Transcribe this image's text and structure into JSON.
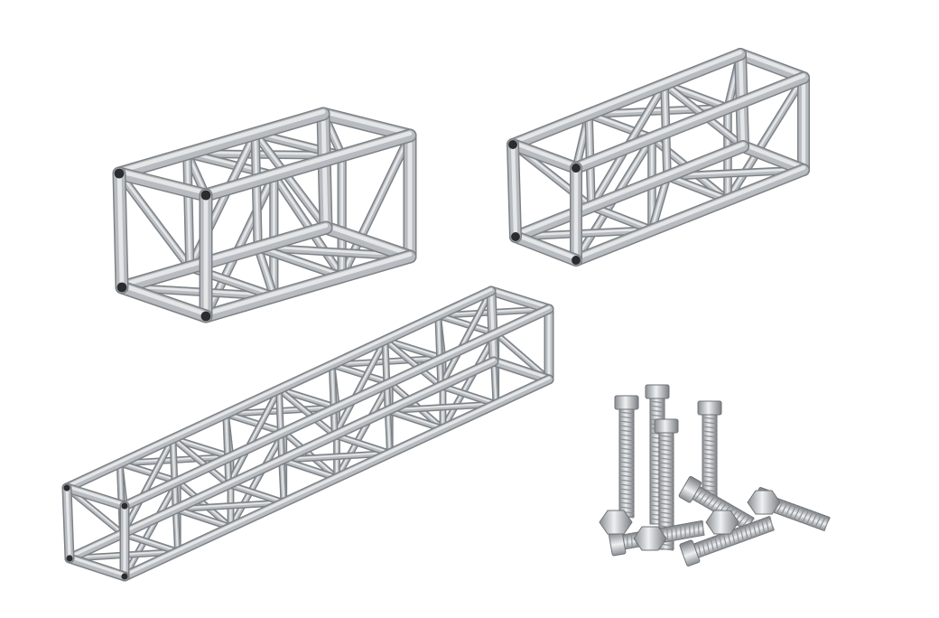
{
  "scene": {
    "background": "#ffffff",
    "objects": [
      {
        "kind": "square box truss segment",
        "icon": "truss-short-left"
      },
      {
        "kind": "square box truss segment",
        "icon": "truss-short-right"
      },
      {
        "kind": "square box truss segment (long)",
        "icon": "truss-long"
      },
      {
        "kind": "hex bolts pile",
        "icon": "bolts"
      }
    ],
    "colors": {
      "metal_light": "#e4e6e8",
      "metal_mid": "#b8bcc0",
      "metal_dark": "#7d8286",
      "bolt_hole": "#2a2c2e"
    }
  }
}
